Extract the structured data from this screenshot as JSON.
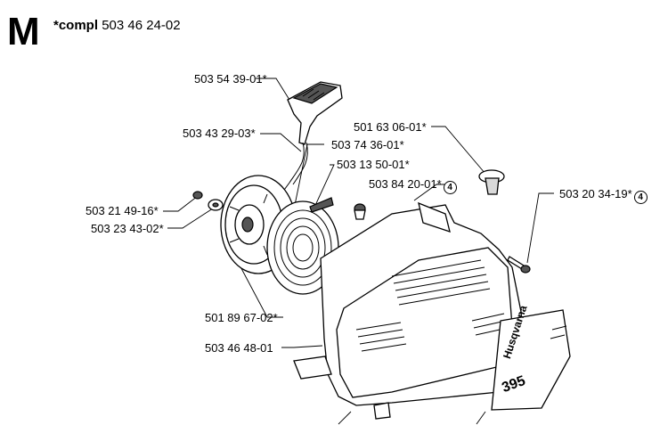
{
  "header": {
    "section_letter": "M",
    "compl_prefix": "*compl",
    "compl_number": "503 46 24-02"
  },
  "callouts": [
    {
      "id": "c1",
      "text": "503 54 39-01*",
      "mark": ""
    },
    {
      "id": "c2",
      "text": "503 43 29-03*",
      "mark": ""
    },
    {
      "id": "c3",
      "text": "503 74 36-01*",
      "mark": ""
    },
    {
      "id": "c4",
      "text": "503 13 50-01*",
      "mark": ""
    },
    {
      "id": "c5",
      "text": "501 63 06-01*",
      "mark": ""
    },
    {
      "id": "c6",
      "text": "503 84 20-01*",
      "mark": "4"
    },
    {
      "id": "c7",
      "text": "503 20 34-19*",
      "mark": "4"
    },
    {
      "id": "c8",
      "text": "503 21 49-16*",
      "mark": ""
    },
    {
      "id": "c9",
      "text": "503 23 43-02*",
      "mark": ""
    },
    {
      "id": "c10",
      "text": "501 89 67-02*",
      "mark": ""
    },
    {
      "id": "c11",
      "text": "503 46 48-01",
      "mark": ""
    }
  ],
  "decal": {
    "brand": "Husqvarna",
    "model": "395"
  }
}
